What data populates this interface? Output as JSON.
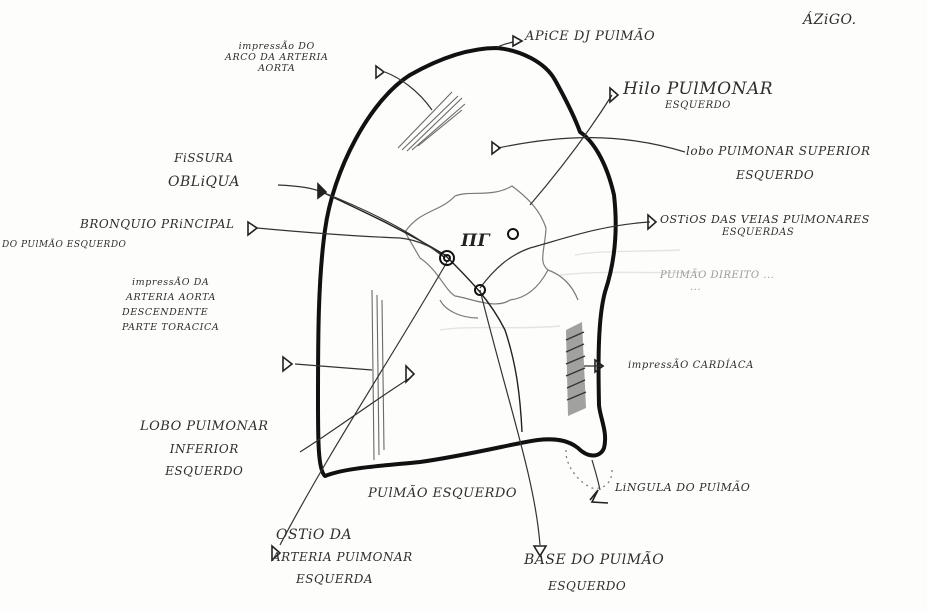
{
  "labels": {
    "azigo": "ÁZiGO.",
    "apice": "APiCE DJ PUlMÃO",
    "impressao_arco": [
      "impressÃo DO",
      "ARCO DA ARTERIA",
      "AORTA"
    ],
    "hilo": [
      "Hilo PUlMONAR",
      "ESQUERDO"
    ],
    "lobo_superior": [
      "lobo PUlMONAR SUPERIOR",
      "ESQUERDO"
    ],
    "fissura": [
      "FiSSURA",
      "OBLiQUA"
    ],
    "bronquio": [
      "BRONQUIO PRiNCIPAL",
      "DO PUlMÃO ESQUERDO"
    ],
    "ostios_veias": [
      "OSTiOS DAS VEIAS PUlMONARES",
      "ESQUERDAS"
    ],
    "impressao_aorta": [
      "impressÃO DA",
      "ARTERIA AORTA",
      "DESCENDENTE",
      "PARTE TORACICA"
    ],
    "impressao_cardiaca": "impressÃO CARDÍACA",
    "lobo_inferior": [
      "LOBO PUlMONAR",
      "INFERIOR",
      "ESQUERDO"
    ],
    "lingula": "LiNGULA DO PUlMÃO",
    "pulmao": "PUlMÃO ESQUERDO",
    "ostio_arteria": [
      "OSTiO DA",
      "ARTERIA PUlMONAR",
      "ESQUERDA"
    ],
    "base": [
      "BASE DO PUlMÃO",
      "ESQUERDO"
    ],
    "hilo_symbol": "ΠΓ",
    "bleed_through": [
      "PUlMÃO DIREITO ...",
      "..."
    ]
  },
  "style": {
    "ink_color": "#1a1a1a",
    "pencil_color": "#4a4a4a",
    "paper_color": "#fdfdfb"
  }
}
